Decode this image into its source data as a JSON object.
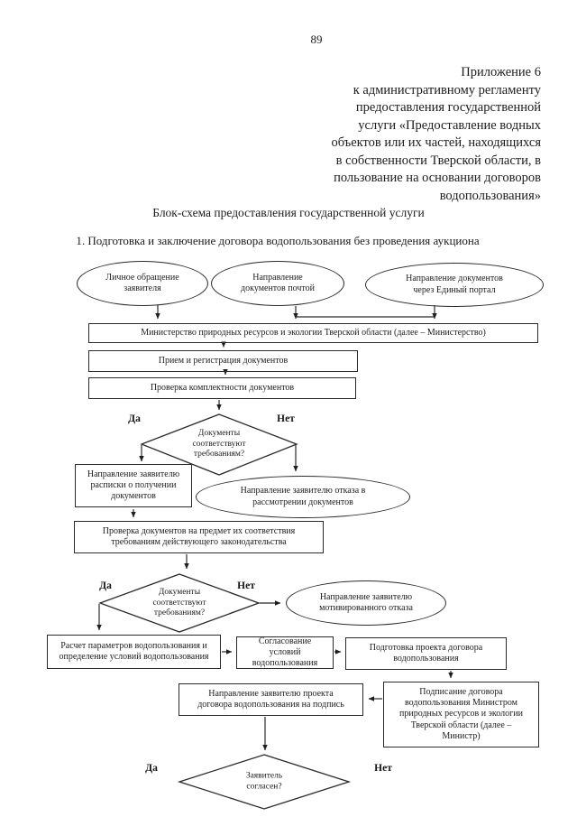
{
  "page": {
    "number": "89",
    "appendix_lines": [
      "Приложение 6",
      "к административному регламенту",
      "предоставления государственной",
      "услуги «Предоставление водных",
      "объектов или их частей, находящихся",
      "в собственности Тверской области, в",
      "пользование на основании договоров",
      "водопользования»"
    ],
    "title": "Блок-схема предоставления государственной услуги",
    "section_title": "1. Подготовка и заключение договора водопользования без проведения аукциона"
  },
  "flowchart": {
    "labels": {
      "yes": "Да",
      "no": "Нет"
    },
    "nodes": {
      "personal_visit": "Личное обращение\nзаявителя",
      "mail_documents": "Направление\nдокументов почтой",
      "portal_documents": "Направление документов\nчерез Единый портал",
      "ministry": "Министерство природных ресурсов и экологии Тверской области (далее – Министерство)",
      "reception_registration": "Прием и регистрация документов",
      "completeness_check": "Проверка комплектности документов",
      "docs_meet_requirements_1": "Документы\nсоответствуют\nтребованиям?",
      "receipt_to_applicant": "Направление заявителю\nрасписки о получении\nдокументов",
      "refusal_to_review": "Направление заявителю отказа в\nрассмотрении документов",
      "legal_compliance_check": "Проверка документов на предмет их соответствия\nтребованиям действующего законодательства",
      "docs_meet_requirements_2": "Документы\nсоответствуют\nтребованиям?",
      "motivated_refusal": "Направление заявителю\nмотивированного отказа",
      "parameters_calculation": "Расчет параметров водопользования и\nопределение условий водопользования",
      "terms_agreement": "Согласование условий\nводопользования",
      "draft_contract_preparation": "Подготовка проекта договора\nводопользования",
      "draft_sent_for_signature": "Направление заявителю проекта\nдоговора водопользования на подпись",
      "contract_signing_by_minister": "Подписание договора\nводопользования Министром\nприродных ресурсов и экологии\nТверской области (далее –\nМинистр)",
      "applicant_agrees": "Заявитель\nсогласен?"
    }
  }
}
